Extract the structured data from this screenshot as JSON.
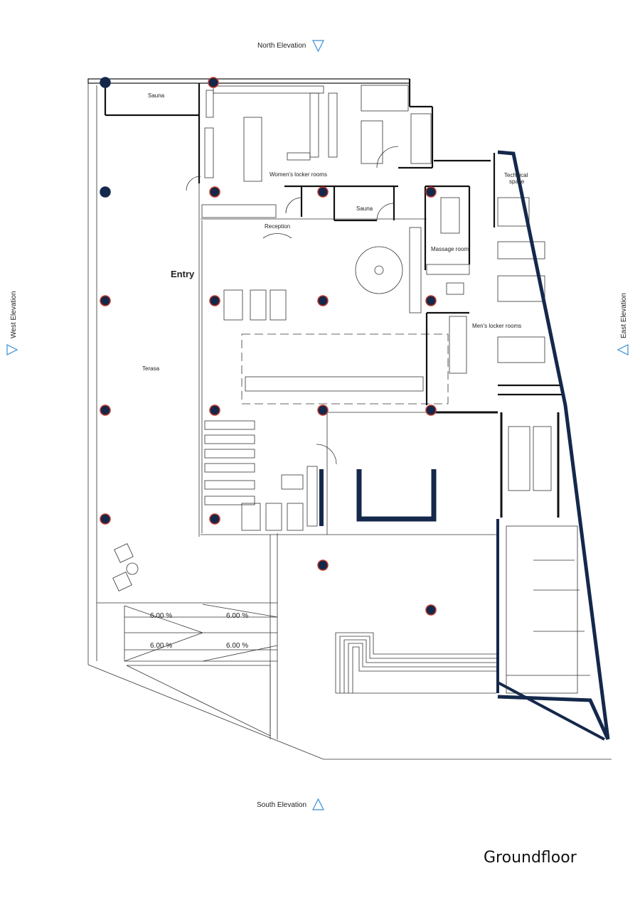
{
  "title": "Groundfloor",
  "elevations": {
    "north": "North Elevation",
    "south": "South Elevation",
    "west": "West Elevation",
    "east": "East Elevation"
  },
  "rooms": {
    "sauna_top": "Sauna",
    "womens_locker": "Women's locker rooms",
    "technical_1": "Technical",
    "technical_2": "space",
    "sauna_mid": "Sauna",
    "reception": "Reception",
    "massage": "Massage room",
    "entry": "Entry",
    "mens_locker": "Men's locker rooms",
    "terasa": "Terasa"
  },
  "slopes": [
    "6.00 %",
    "6.00 %",
    "6.00 %",
    "6.00 %"
  ],
  "colors": {
    "column_fill": "#14284b",
    "column_ring": "#c0392b",
    "navy_wall": "#14284b",
    "elevation_marker": "#3a8fd6"
  }
}
